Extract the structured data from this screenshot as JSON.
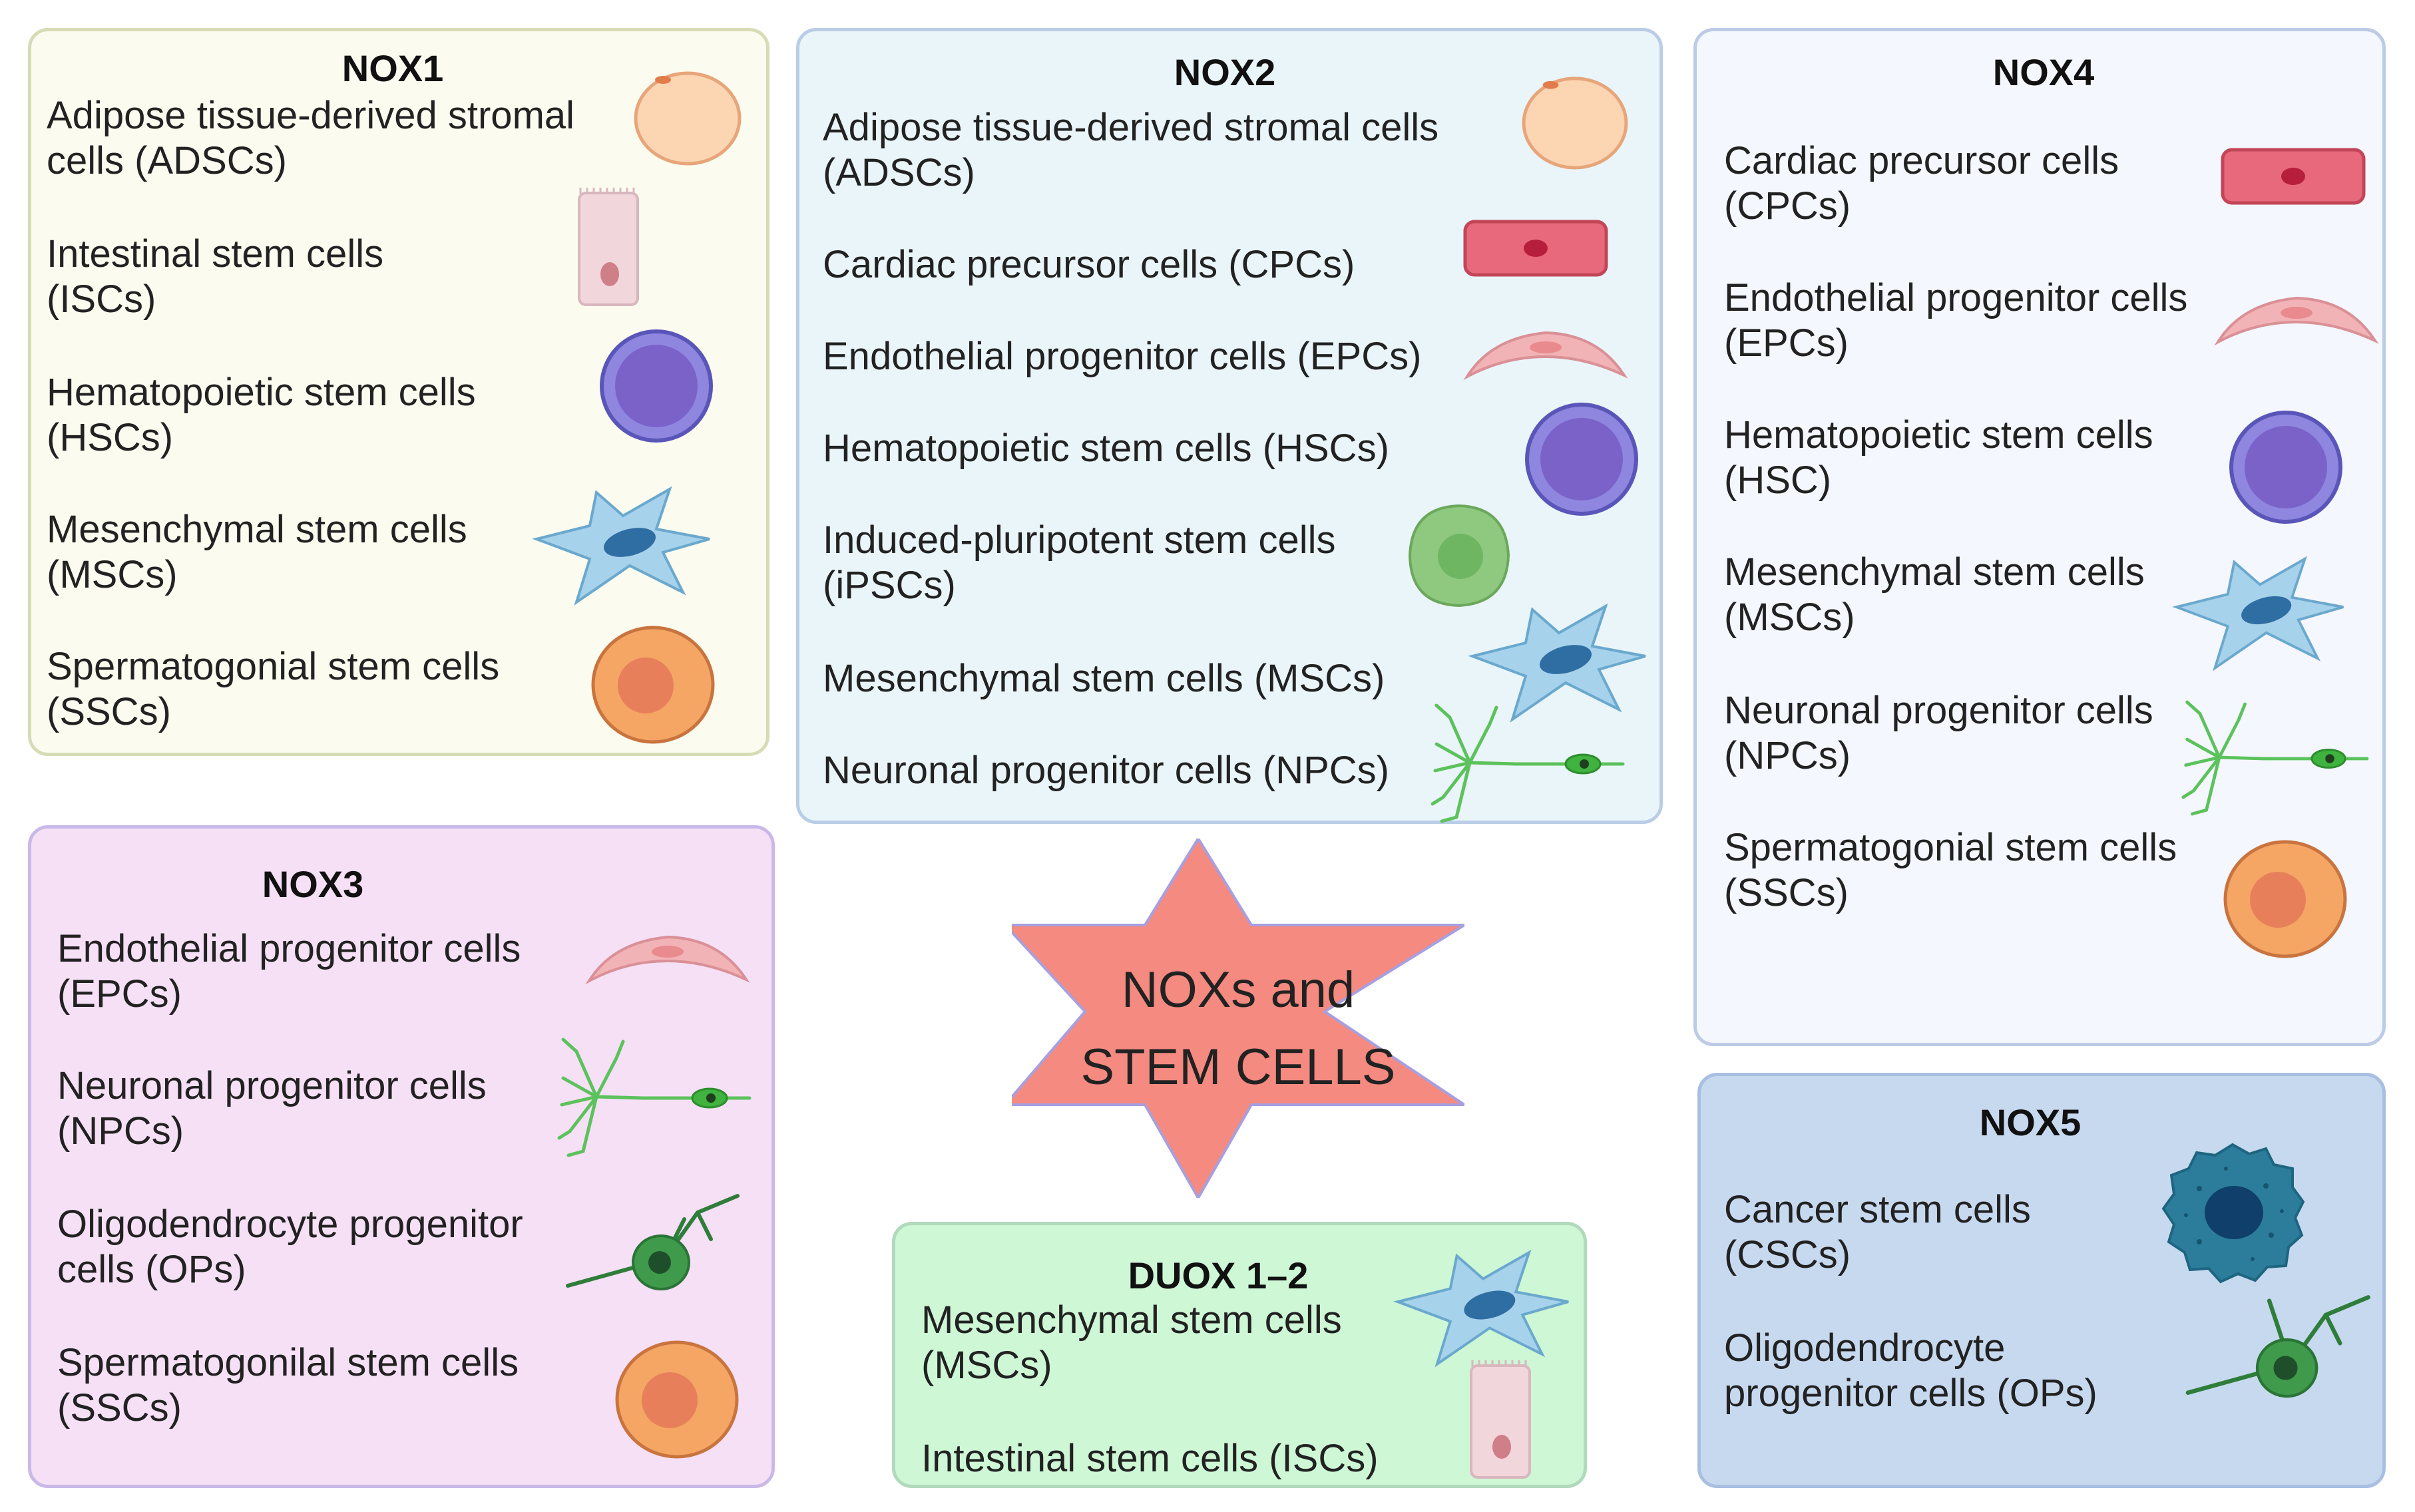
{
  "center": {
    "text": "NOXs and\nSTEM CELLS"
  },
  "nox1": {
    "title": "NOX1",
    "items": [
      "Adipose tissue-derived stromal\ncells (ADSCs)",
      "Intestinal stem cells\n(ISCs)",
      "Hematopoietic stem cells\n(HSCs)",
      "Mesenchymal stem cells\n(MSCs)",
      "Spermatogonial stem cells\n(SSCs)"
    ]
  },
  "nox2": {
    "title": "NOX2",
    "items": [
      "Adipose tissue-derived stromal cells\n(ADSCs)",
      "Cardiac precursor cells (CPCs)",
      "Endothelial progenitor cells (EPCs)",
      "Hematopoietic stem cells (HSCs)",
      "Induced-pluripotent stem cells\n(iPSCs)",
      "Mesenchymal stem cells (MSCs)",
      "Neuronal progenitor cells (NPCs)"
    ]
  },
  "nox3": {
    "title": "NOX3",
    "items": [
      "Endothelial progenitor cells\n(EPCs)",
      "Neuronal progenitor cells\n(NPCs)",
      "Oligodendrocyte progenitor\ncells (OPs)",
      "Spermatogonilal stem cells\n(SSCs)"
    ]
  },
  "nox4": {
    "title": "NOX4",
    "items": [
      "Cardiac precursor cells\n(CPCs)",
      "Endothelial progenitor cells\n(EPCs)",
      "Hematopoietic stem cells\n(HSC)",
      "Mesenchymal stem cells\n(MSCs)",
      "Neuronal progenitor cells\n(NPCs)",
      "Spermatogonial stem cells\n(SSCs)"
    ]
  },
  "nox5": {
    "title": "NOX5",
    "items": [
      "Cancer stem cells\n(CSCs)",
      "Oligodendrocyte\nprogenitor cells (OPs)"
    ]
  },
  "duox": {
    "title": "DUOX 1–2",
    "items": [
      "Mesenchymal stem cells\n(MSCs)",
      "Intestinal stem cells (ISCs)"
    ]
  },
  "colors": {
    "nox1_bg": "#fbfcef",
    "nox1_border": "#d7dcb7",
    "nox2_bg": "#eaf5f9",
    "nox2_border": "#b9cde6",
    "nox3_bg": "#f6e0f6",
    "nox3_border": "#c9b9e8",
    "nox4_bg": "#f4f7fd",
    "nox4_border": "#bccbe6",
    "nox5_bg": "#c7d9ef",
    "nox5_border": "#a9bfe2",
    "duox_bg": "#cef7d6",
    "duox_border": "#b1d9bc",
    "star_fill": "#f48a80",
    "star_stroke": "#a79fe0"
  }
}
